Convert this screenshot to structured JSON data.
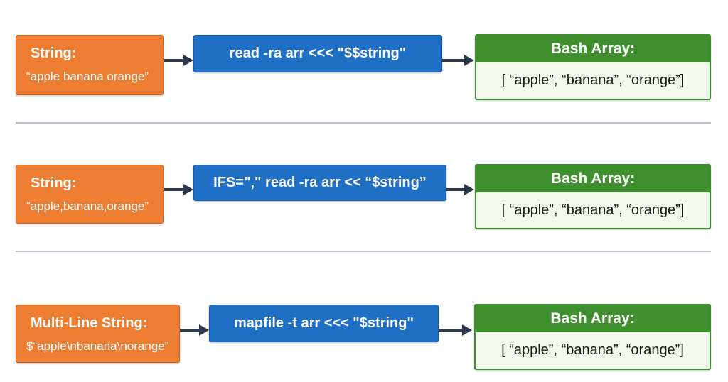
{
  "rows": [
    {
      "input_title": "String:",
      "input_value": "“apple banana orange”",
      "command": "read -ra arr <<< \"$$string\"",
      "output_title": "Bash Array:",
      "output_value": "[ “apple”, “banana”, “orange”]"
    },
    {
      "input_title": "String:",
      "input_value": "“apple,banana,orange”",
      "command": "IFS=\",\"  read -ra arr << “$string”",
      "output_title": "Bash Array:",
      "output_value": "[ “apple”, “banana”, “orange”]"
    },
    {
      "input_title": "Multi-Line String:",
      "input_value": "$“apple\\nbanana\\norange”",
      "command": "mapfile -t arr <<< \"$string\"",
      "output_title": "Bash Array:",
      "output_value": "[ “apple”, “banana”, “orange”]"
    }
  ],
  "colors": {
    "input": "#ed7d31",
    "command": "#1f6fc5",
    "output_header": "#3f8f2f",
    "output_body": "#f3f9ed",
    "arrow": "#2b3a4a",
    "divider": "#b9c3cf"
  }
}
